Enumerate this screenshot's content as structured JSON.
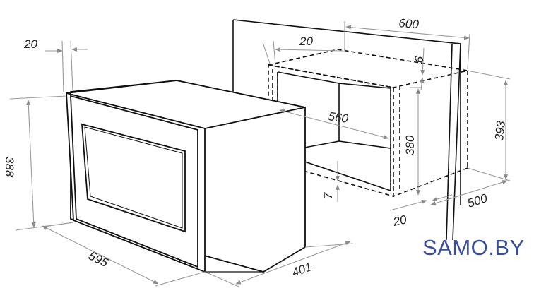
{
  "brand": {
    "name": "SAMO.BY",
    "color": "#3a4f9a"
  },
  "appliance": {
    "dimensions": {
      "front_depth": "20",
      "height": "388",
      "width": "595",
      "body_depth": "401"
    }
  },
  "niche": {
    "dimensions": {
      "width": "600",
      "offset": "20",
      "gap_top": "6",
      "inner_width": "560",
      "inner_height": "380",
      "outer_height": "393",
      "depth": "500",
      "front_offset": "20",
      "bottom_gap": "7"
    }
  },
  "colors": {
    "line": "#111111",
    "dimension_line": "#9a9a9a",
    "dim_text": "#222222"
  }
}
